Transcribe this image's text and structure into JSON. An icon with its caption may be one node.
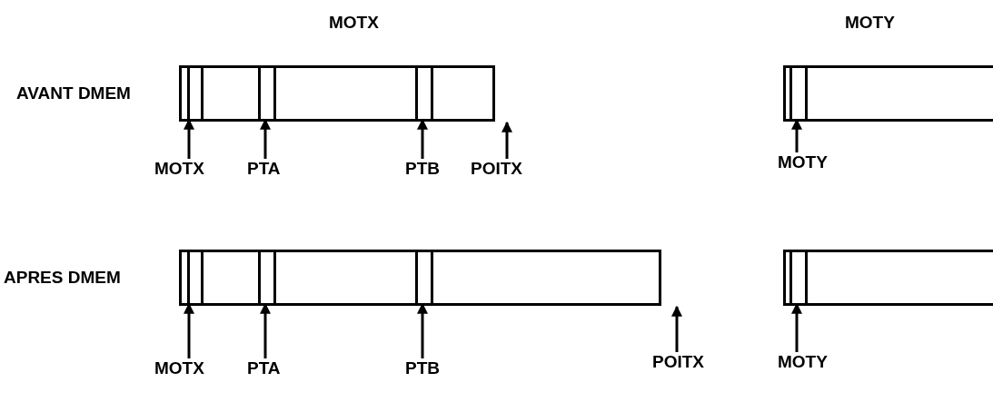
{
  "diagram": {
    "nodes": [
      {
        "text": [],
        "shape": "bar"
      },
      {
        "text": [],
        "shape": "box",
        "in": 0
      },
      {
        "text": [],
        "shape": "box",
        "in": 0
      },
      {
        "text": [],
        "shape": "box",
        "in": 0
      },
      {
        "text": [],
        "shape": "bar"
      },
      {
        "text": [],
        "shape": "box",
        "in": 4
      },
      {
        "text": [
          "MOTX"
        ]
      },
      {
        "text": [
          "PTA"
        ]
      },
      {
        "text": [
          "PTB"
        ]
      },
      {
        "text": [
          "POITX"
        ]
      },
      {
        "text": [
          "MOTY"
        ]
      },
      {
        "text": [],
        "shape": "bar"
      },
      {
        "text": [],
        "shape": "box",
        "in": 11
      },
      {
        "text": [],
        "shape": "box",
        "in": 11
      },
      {
        "text": [],
        "shape": "box",
        "in": 11
      },
      {
        "text": [],
        "shape": "bar"
      },
      {
        "text": [],
        "shape": "box",
        "in": 15
      },
      {
        "text": [
          "MOTX"
        ]
      },
      {
        "text": [
          "PTA"
        ]
      },
      {
        "text": [
          "PTB"
        ]
      },
      {
        "text": [
          "POITX"
        ]
      },
      {
        "text": [
          "MOTY"
        ]
      }
    ],
    "edges": [
      {
        "from": 6,
        "to": 1,
        "arrow": "to"
      },
      {
        "from": 7,
        "to": 2,
        "arrow": "to"
      },
      {
        "from": 8,
        "to": 3,
        "arrow": "to"
      },
      {
        "from": 9,
        "to": 0,
        "arrow": "to"
      },
      {
        "from": 10,
        "to": 5,
        "arrow": "to"
      },
      {
        "from": 17,
        "to": 12,
        "arrow": "to"
      },
      {
        "from": 18,
        "to": 13,
        "arrow": "to"
      },
      {
        "from": 19,
        "to": 14,
        "arrow": "to"
      },
      {
        "from": 20,
        "to": 11,
        "arrow": "to"
      },
      {
        "from": 21,
        "to": 16,
        "arrow": "to"
      }
    ],
    "labels": [
      "MOTX",
      "MOTY",
      "AVANT DMEM",
      "APRES DMEM"
    ]
  }
}
